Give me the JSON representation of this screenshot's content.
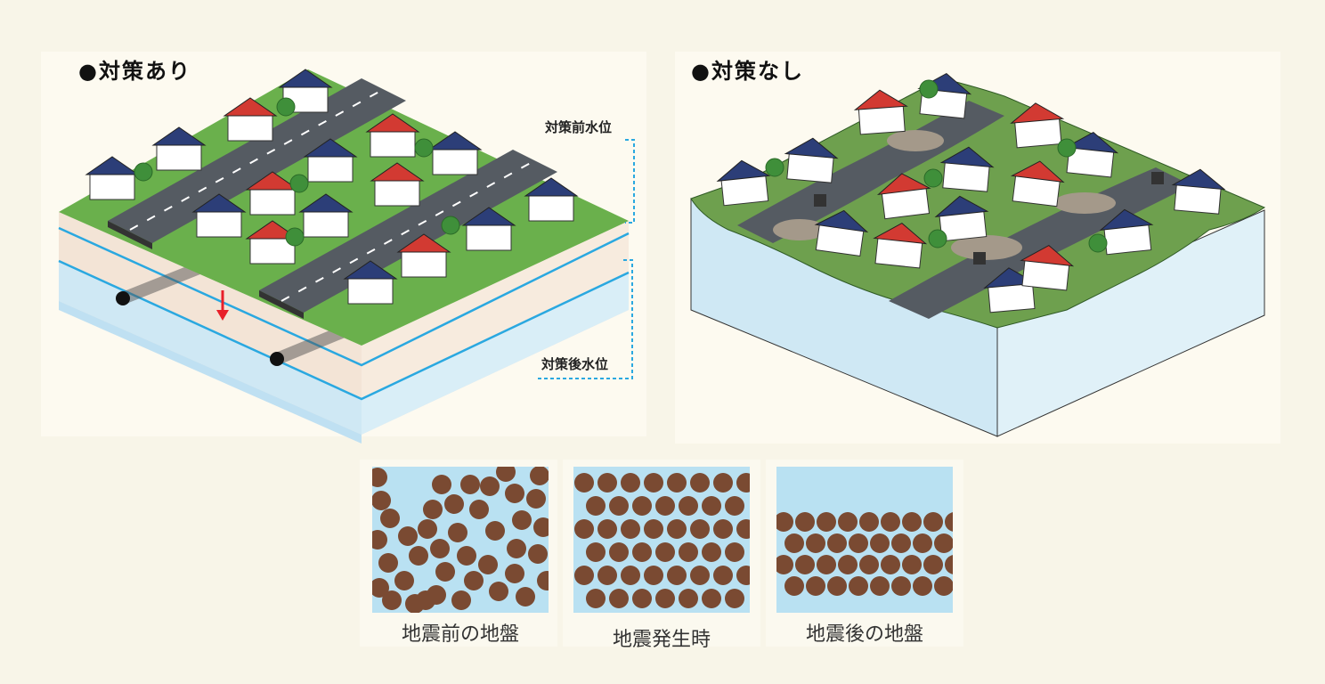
{
  "left_panel": {
    "title": "●対策あり",
    "water_level_before": "対策前水位",
    "water_level_after": "対策後水位"
  },
  "right_panel": {
    "title": "●対策なし"
  },
  "soil_panels": [
    {
      "caption": "地震前の地盤"
    },
    {
      "caption": "地震発生時"
    },
    {
      "caption": "地震後の地盤"
    }
  ],
  "colors": {
    "background": "#f8f5e8",
    "grass": "#6ab04c",
    "soil_top": "#f3e4d6",
    "water_layer": "#bfe0f2",
    "water_line": "#2aa8e0",
    "road": "#555b62",
    "roof_red": "#d23a32",
    "roof_blue": "#2c3e78",
    "particle": "#7a4a32",
    "arrow": "#e8202a"
  }
}
